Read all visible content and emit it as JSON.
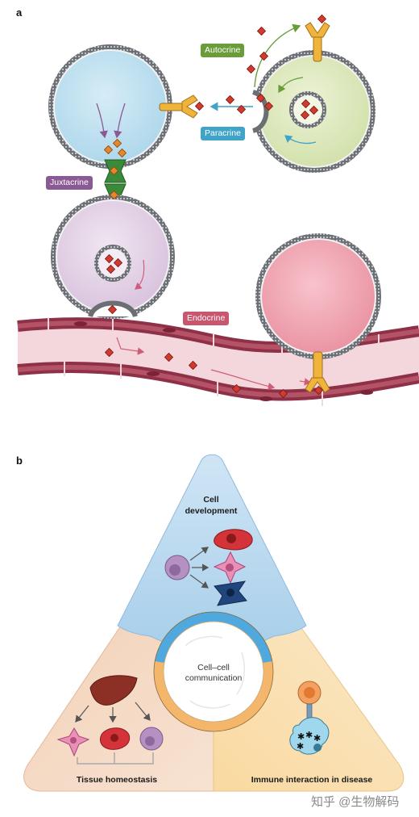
{
  "panels": {
    "a": "a",
    "b": "b"
  },
  "signaling_modes": {
    "autocrine": "Autocrine",
    "paracrine": "Paracrine",
    "juxtacrine": "Juxtacrine",
    "endocrine": "Endocrine"
  },
  "communication_roles": {
    "top": {
      "line1": "Cell",
      "line2": "development"
    },
    "left": "Tissue homeostasis",
    "right": "Immune interaction in disease",
    "center": {
      "line1": "Cell–cell",
      "line2": "communication"
    }
  },
  "watermark": "知乎 @生物解码",
  "colors": {
    "autocrine": "#6a9c3a",
    "paracrine": "#3fa4c8",
    "juxtacrine": "#8a5a94",
    "endocrine": "#c9566f",
    "ligand": "#d23a2e",
    "receptor": "#f0b43c",
    "cell_blue": "#bfe0ef",
    "cell_green": "#dfe9c2",
    "cell_purple": "#e4d2e6",
    "cell_pink": "#ee9aa8",
    "vessel": "#9a3a4e",
    "triangle_top": "#b9d8ee",
    "triangle_left": "#f6d6bd",
    "triangle_right": "#fbe3b8"
  }
}
